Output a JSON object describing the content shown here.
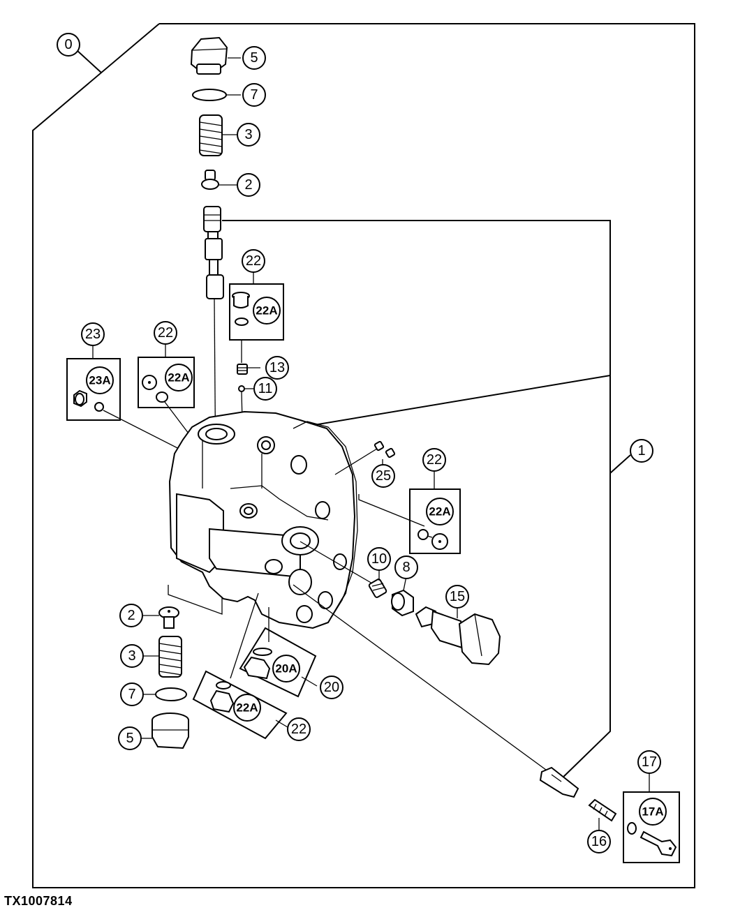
{
  "figure_id": "TX1007814",
  "callouts": [
    {
      "id": "c0",
      "label": "0"
    },
    {
      "id": "c1",
      "label": "1"
    },
    {
      "id": "c5a",
      "label": "5"
    },
    {
      "id": "c7a",
      "label": "7"
    },
    {
      "id": "c3a",
      "label": "3"
    },
    {
      "id": "c2a",
      "label": "2"
    },
    {
      "id": "c22a",
      "label": "22"
    },
    {
      "id": "c22Aa",
      "label": "22A"
    },
    {
      "id": "c13",
      "label": "13"
    },
    {
      "id": "c11",
      "label": "11"
    },
    {
      "id": "c23",
      "label": "23"
    },
    {
      "id": "c23A",
      "label": "23A"
    },
    {
      "id": "c22b",
      "label": "22"
    },
    {
      "id": "c22Ab",
      "label": "22A"
    },
    {
      "id": "c25",
      "label": "25"
    },
    {
      "id": "c22c",
      "label": "22"
    },
    {
      "id": "c22Ac",
      "label": "22A"
    },
    {
      "id": "c10",
      "label": "10"
    },
    {
      "id": "c8",
      "label": "8"
    },
    {
      "id": "c15",
      "label": "15"
    },
    {
      "id": "c2b",
      "label": "2"
    },
    {
      "id": "c3b",
      "label": "3"
    },
    {
      "id": "c7b",
      "label": "7"
    },
    {
      "id": "c5b",
      "label": "5"
    },
    {
      "id": "c20A",
      "label": "20A"
    },
    {
      "id": "c20",
      "label": "20"
    },
    {
      "id": "c22Ad",
      "label": "22A"
    },
    {
      "id": "c22d",
      "label": "22"
    },
    {
      "id": "c17",
      "label": "17"
    },
    {
      "id": "c17A",
      "label": "17A"
    },
    {
      "id": "c16",
      "label": "16"
    }
  ]
}
